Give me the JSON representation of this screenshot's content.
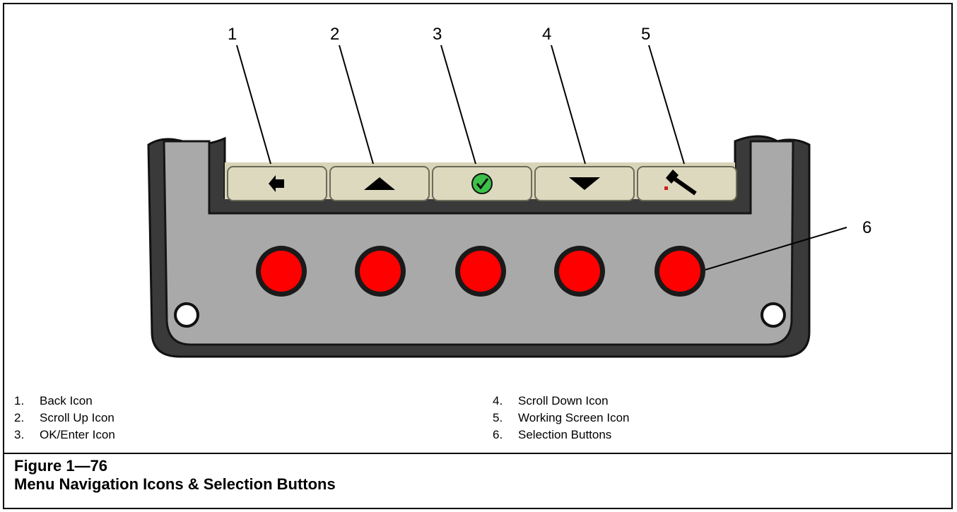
{
  "figure": {
    "number": "Figure 1—76",
    "title": "Menu Navigation Icons & Selection Buttons"
  },
  "callouts": [
    "1",
    "2",
    "3",
    "4",
    "5",
    "6"
  ],
  "icons": [
    {
      "name": "back-icon",
      "symbol": "left-arrow"
    },
    {
      "name": "scroll-up-icon",
      "symbol": "up-triangle"
    },
    {
      "name": "ok-enter-icon",
      "symbol": "green-checkmark"
    },
    {
      "name": "scroll-down-icon",
      "symbol": "down-triangle"
    },
    {
      "name": "working-screen-icon",
      "symbol": "hammer"
    }
  ],
  "selection_buttons": {
    "count": 5
  },
  "colors": {
    "bezel_outer": "#3a3a3a",
    "bezel_face": "#a9a9a9",
    "screen_tab": "#ddd9bf",
    "button_red": "#ff0000",
    "checkmark_green": "#3cc14a"
  },
  "legend": {
    "left": [
      {
        "num": "1.",
        "label": "Back Icon"
      },
      {
        "num": "2.",
        "label": "Scroll Up Icon"
      },
      {
        "num": "3.",
        "label": "OK/Enter Icon"
      }
    ],
    "right": [
      {
        "num": "4.",
        "label": "Scroll Down Icon"
      },
      {
        "num": "5.",
        "label": "Working Screen Icon"
      },
      {
        "num": "6.",
        "label": "Selection Buttons"
      }
    ]
  }
}
